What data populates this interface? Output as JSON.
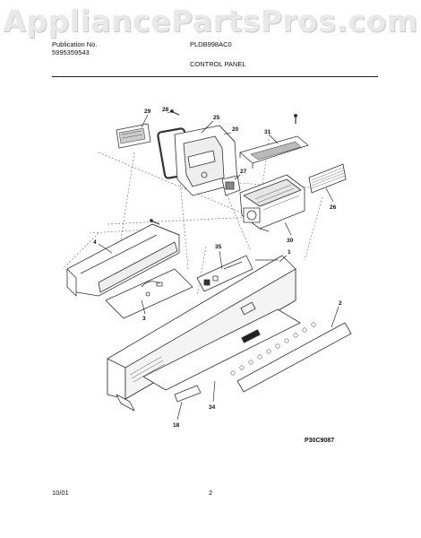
{
  "watermark": "AppliancePartsPros.com",
  "header": {
    "publication_label": "Publication No.",
    "publication_number": "5995359543",
    "model": "PLDB998AC0",
    "section_title": "CONTROL PANEL"
  },
  "diagram_code": "P30C9087",
  "footer": {
    "date": "10/01",
    "page_number": "2"
  },
  "callouts": [
    "29",
    "28",
    "25",
    "20",
    "27",
    "31",
    "26",
    "30",
    "4",
    "35",
    "1",
    "3",
    "2",
    "34",
    "18"
  ]
}
